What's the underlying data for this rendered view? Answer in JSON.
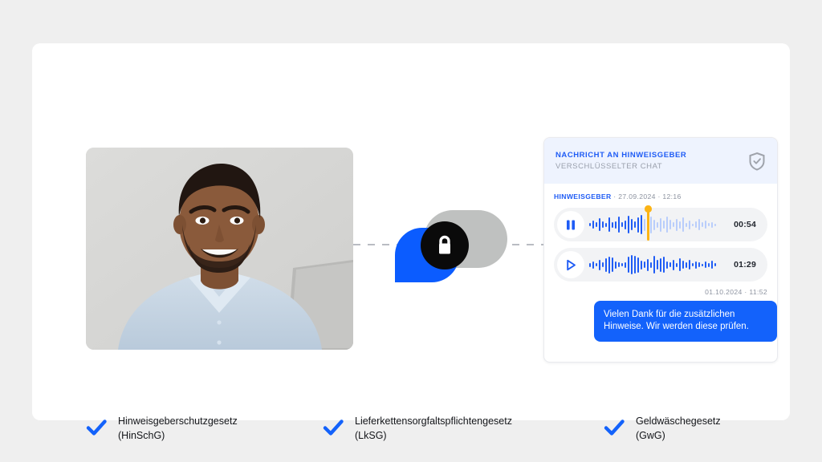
{
  "photo": {
    "alt_name": "portrait-smiling-man-light-blue-shirt",
    "background_color": "#d6d6d4",
    "shirt_color": "#c3d4e2",
    "skin_color": "#8a5a3b"
  },
  "emblem": {
    "gray_color": "#bfc1c0",
    "blue_color": "#0b5cff",
    "circle_color": "#0a0a0a",
    "icon": "lock-icon"
  },
  "connector": {
    "style": "dashed",
    "color": "#b9bcc2"
  },
  "chat": {
    "header": {
      "title": "NACHRICHT AN HINWEISGEBER",
      "subtitle": "VERSCHLÜSSELTER CHAT",
      "icon": "shield-check-icon",
      "title_color": "#1f5cf5",
      "background": "#eef3fe"
    },
    "meta_top": {
      "sender": "HINWEISGEBER",
      "separator": "·",
      "date": "27.09.2024",
      "time": "12:16"
    },
    "voice_messages": [
      {
        "state": "playing",
        "button_icon": "pause-icon",
        "duration": "00:54",
        "progress_percent": 42,
        "playhead_color": "#fcb415",
        "bars": [
          4,
          10,
          6,
          16,
          8,
          5,
          18,
          7,
          9,
          20,
          6,
          11,
          22,
          14,
          8,
          19,
          24,
          15,
          9,
          21,
          13,
          7,
          17,
          10,
          20,
          12,
          6,
          15,
          9,
          18,
          5,
          11,
          3,
          8,
          14,
          6,
          10,
          4,
          7,
          3
        ]
      },
      {
        "state": "paused",
        "button_icon": "play-icon",
        "duration": "01:29",
        "progress_percent": 100,
        "bars": [
          5,
          9,
          4,
          13,
          6,
          17,
          21,
          18,
          9,
          6,
          4,
          7,
          20,
          24,
          22,
          19,
          11,
          8,
          15,
          7,
          22,
          12,
          17,
          20,
          9,
          6,
          13,
          5,
          16,
          10,
          7,
          12,
          4,
          9,
          6,
          3,
          8,
          5,
          10,
          4
        ]
      }
    ],
    "meta_bottom": {
      "date": "01.10.2024",
      "separator": "·",
      "time": "11:52"
    },
    "bubble": {
      "text": "Vielen Dank für die zusätzlichen Hinweise. Wir werden diese prüfen.",
      "color": "#1362fb",
      "text_color": "#ffffff"
    }
  },
  "checklist": {
    "icon": "check-icon",
    "icon_color": "#1362fb",
    "items": [
      {
        "label": "Hinweisgeberschutzgesetz\n(HinSchG)"
      },
      {
        "label": "Lieferkettensorgfaltspflichtengesetz\n(LkSG)"
      },
      {
        "label": "Geldwäschegesetz\n(GwG)"
      }
    ]
  },
  "theme": {
    "page_background": "#efefef",
    "panel_background": "#ffffff",
    "accent": "#1362fb"
  }
}
